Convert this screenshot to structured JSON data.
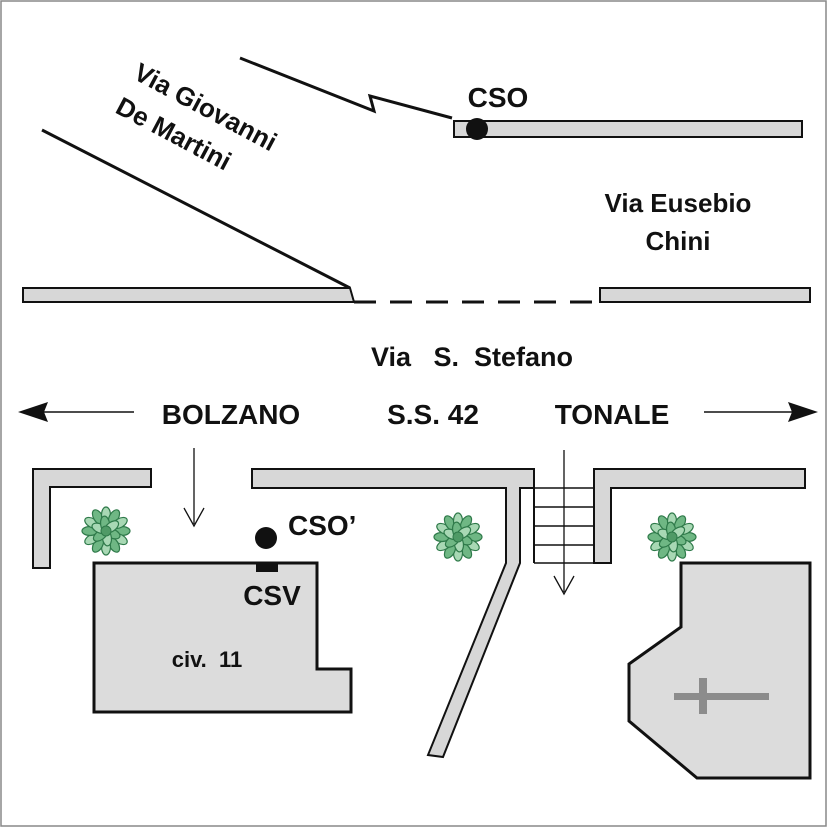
{
  "colors": {
    "road_fill": "#d7d7d7",
    "building_fill": "#dcdcdc",
    "stroke": "#111111",
    "tree_light": "#a8d8b4",
    "tree_dark": "#2f7a4a",
    "cross": "#8c8c8c"
  },
  "streets": {
    "giovanni_line1": "Via Giovanni",
    "giovanni_line2": "De Martini",
    "eusebio_line1": "Via Eusebio",
    "eusebio_line2": "Chini",
    "stefano": "Via   S.  Stefano",
    "ss42": "S.S. 42"
  },
  "directions": {
    "left": "BOLZANO",
    "right": "TONALE"
  },
  "points": {
    "cso": "CSO",
    "cso_prime": "CSO’",
    "csv": "CSV"
  },
  "building": {
    "label": "civ.  11"
  },
  "icons": {
    "tree": "tree-icon",
    "church_cross": "cross-icon",
    "arrow_left": "arrow-left-icon",
    "arrow_right": "arrow-right-icon",
    "arrow_down": "arrow-down-icon"
  }
}
